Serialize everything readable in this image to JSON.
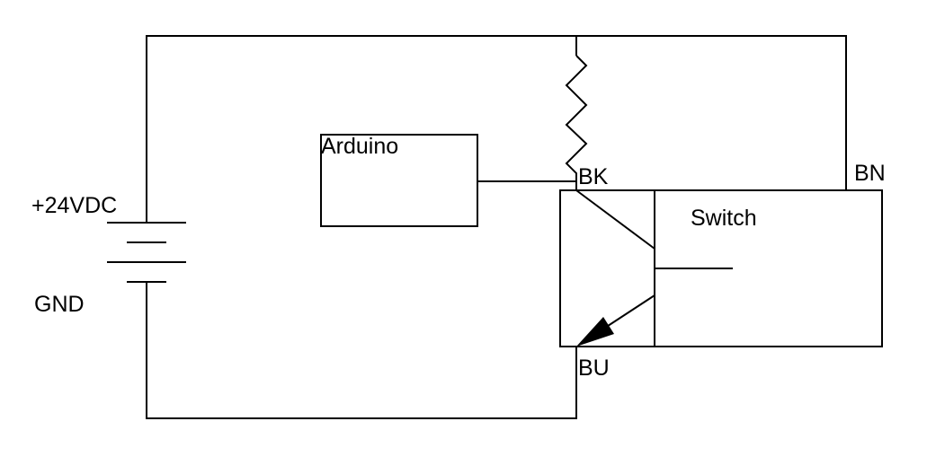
{
  "labels": {
    "supply": "+24VDC",
    "ground": "GND",
    "controller": "Arduino",
    "bk": "BK",
    "bn": "BN",
    "bu": "BU",
    "switch": "Switch"
  }
}
